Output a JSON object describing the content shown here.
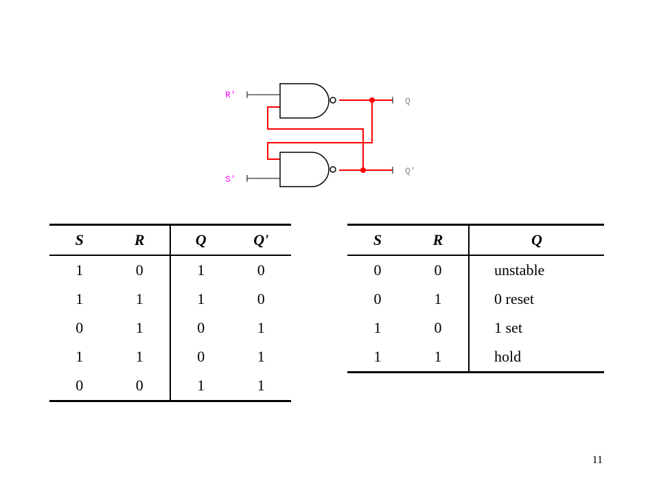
{
  "circuit": {
    "inputs": [
      "R'",
      "S'"
    ],
    "outputs": [
      "Q",
      "Q'"
    ],
    "colors": {
      "input_label": "#ff00ff",
      "output_label": "#8b8b8b",
      "wire": "#ff0000",
      "gate": "#000000"
    }
  },
  "table_left": {
    "headers": [
      "S",
      "R",
      "Q",
      "Q'"
    ],
    "rows": [
      [
        "1",
        "0",
        "1",
        "0"
      ],
      [
        "1",
        "1",
        "1",
        "0"
      ],
      [
        "0",
        "1",
        "0",
        "1"
      ],
      [
        "1",
        "1",
        "0",
        "1"
      ],
      [
        "0",
        "0",
        "1",
        "1"
      ]
    ]
  },
  "table_right": {
    "headers": [
      "S",
      "R",
      "Q"
    ],
    "rows": [
      [
        "0",
        "0",
        "unstable"
      ],
      [
        "0",
        "1",
        "0 reset"
      ],
      [
        "1",
        "0",
        "1 set"
      ],
      [
        "1",
        "1",
        "hold"
      ]
    ]
  },
  "slide_number": "11"
}
